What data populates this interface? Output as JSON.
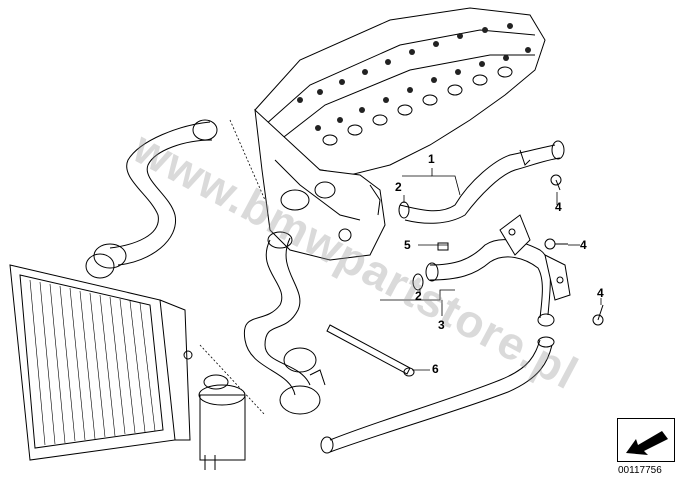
{
  "watermark": "www.bmwpartstore.pl",
  "drawing_number": "00117756",
  "callouts": [
    {
      "id": "1",
      "label": "1"
    },
    {
      "id": "2a",
      "label": "2"
    },
    {
      "id": "2b",
      "label": "2"
    },
    {
      "id": "3",
      "label": "3"
    },
    {
      "id": "4a",
      "label": "4"
    },
    {
      "id": "4b",
      "label": "4"
    },
    {
      "id": "4c",
      "label": "4"
    },
    {
      "id": "5",
      "label": "5"
    },
    {
      "id": "6",
      "label": "6"
    }
  ],
  "nav_icon": "arrow-down-left-icon",
  "colors": {
    "line": "#000000",
    "watermark": "#969696"
  }
}
